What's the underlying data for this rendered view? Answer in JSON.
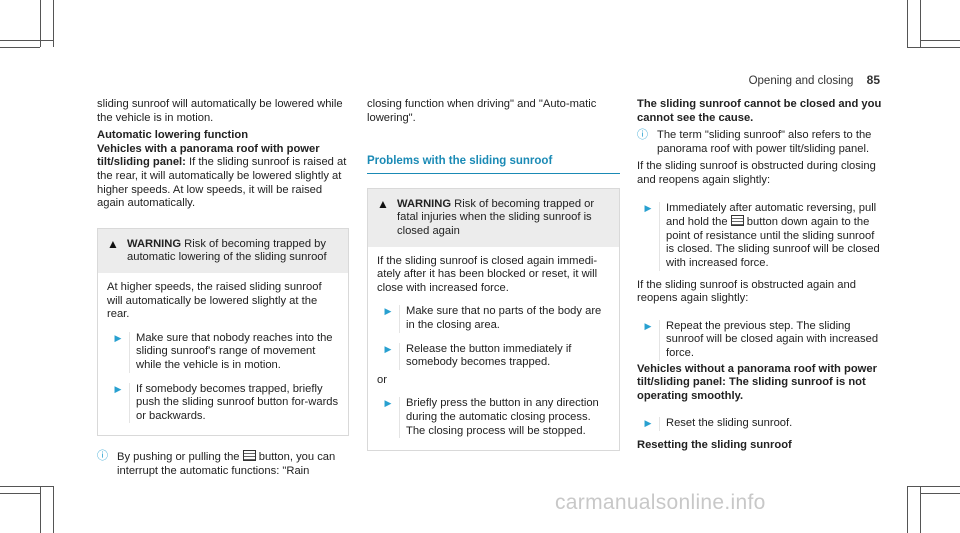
{
  "header": {
    "section": "Opening and closing",
    "page_number": "85"
  },
  "col1": {
    "intro": "sliding sunroof will automatically be lowered while the vehicle is in motion.",
    "h1": "Automatic lowering function",
    "h2": "Vehicles with a panorama roof with power tilt/sliding panel:",
    "h2_text": " If the sliding sunroof is raised at the rear, it will automatically be lowered slightly at higher speeds. At low speeds, it will be raised again automatically.",
    "warning_title": "WARNING",
    "warning_text": " Risk of becoming trapped by automatic lowering of the sliding sunroof",
    "warning_body": "At higher speeds, the raised sliding sunroof will automatically be lowered slightly at the rear.",
    "step1": "Make sure that nobody reaches into the sliding sunroof's range of movement while the vehicle is in motion.",
    "step2": "If somebody becomes trapped, briefly push the sliding sunroof button for-wards or backwards.",
    "note_a": "By pushing or pulling the ",
    "note_b": " button, you can interrupt the automatic functions: \"Rain"
  },
  "col2": {
    "cont": "closing function when driving\" and \"Auto-matic lowering\".",
    "heading": "Problems with the sliding sunroof",
    "warning_title": "WARNING",
    "warning_text": " Risk of becoming trapped or fatal injuries when the sliding sunroof is closed again",
    "warning_body": "If the sliding sunroof is closed again immedi-ately after it has been blocked or reset, it will close with increased force.",
    "step1": "Make sure that no parts of the body are in the closing area.",
    "step2": "Release the button immediately if somebody becomes trapped.",
    "or": "or",
    "step3": "Briefly press the button in any direction during the automatic closing process. The closing process will be stopped."
  },
  "col3": {
    "heading": "The sliding sunroof cannot be closed and you cannot see the cause.",
    "note": "The term \"sliding sunroof\" also refers to the panorama roof with power tilt/sliding panel.",
    "p1": "If the sliding sunroof is obstructed during closing and reopens again slightly:",
    "step1_a": "Immediately after automatic reversing, pull and hold the ",
    "step1_b": " button down again to the point of resistance until the sliding sunroof is closed. The sliding sunroof will be closed with increased force.",
    "p2": "If the sliding sunroof is obstructed again and reopens again slightly:",
    "step2": "Repeat the previous step. The sliding sunroof will be closed again with increased force.",
    "h_bold": "Vehicles without a panorama roof with power tilt/sliding panel: The sliding sunroof is not operating smoothly.",
    "step3": "Reset the sliding sunroof.",
    "h_reset": "Resetting the sliding sunroof"
  },
  "watermark": "carmanualsonline.info",
  "icons": {
    "warning": "warning-triangle-icon",
    "note": "info-note-icon",
    "step": "step-arrow-icon",
    "button": "sunroof-button-icon"
  },
  "colors": {
    "accent": "#1a8ab5",
    "warning_bg": "#ececec"
  }
}
